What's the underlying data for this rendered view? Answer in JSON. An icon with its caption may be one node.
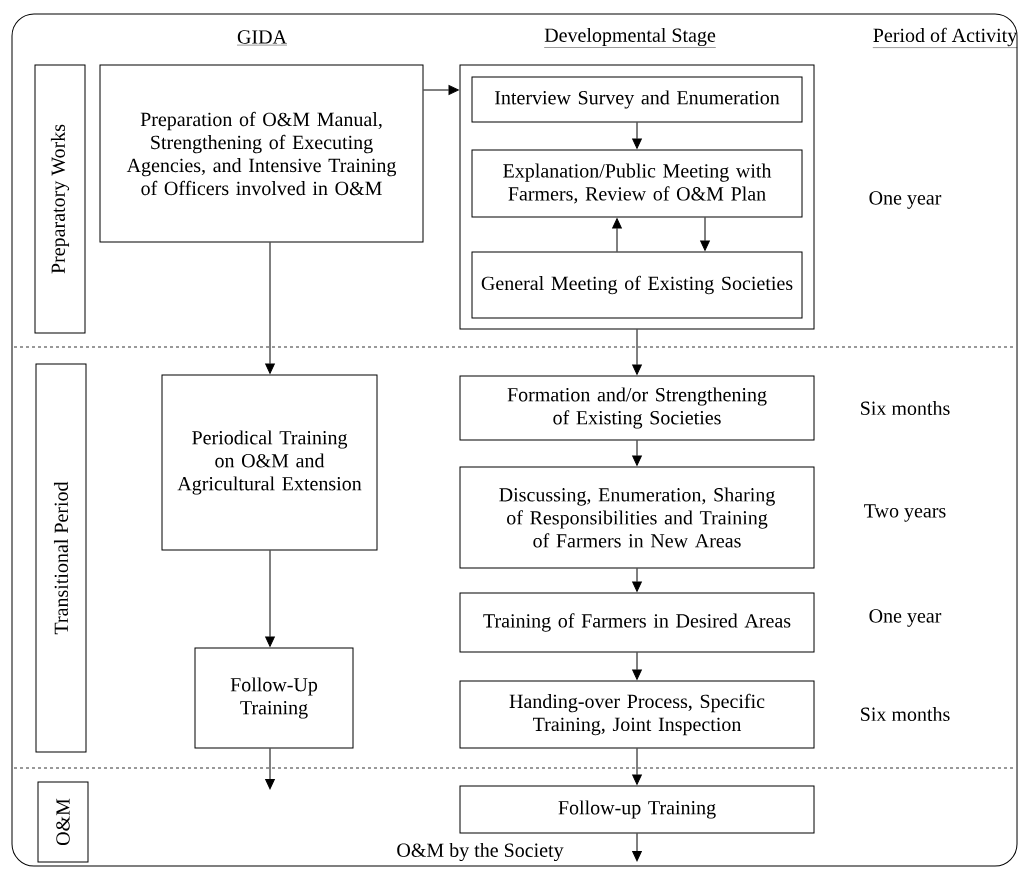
{
  "diagram": {
    "nodes": [
      {
        "text": [
          "Preparatory Works"
        ]
      },
      {
        "text": [
          "Transitional Period"
        ]
      },
      {
        "text": [
          "O&M"
        ]
      },
      {
        "text": [
          "Preparation of O&M Manual, Strengthening of Executing Agencies, and Intensive Training of Officers involved in O&M"
        ]
      },
      {
        "text": [],
        "shape": "box",
        "beside": [
          "One year"
        ]
      },
      {
        "text": [
          "Interview Survey and Enumeration"
        ],
        "in": 4
      },
      {
        "text": [
          "Explanation/Public Meeting with Farmers, Review of O&M Plan"
        ],
        "in": 4
      },
      {
        "text": [
          "General Meeting of Existing Societies"
        ],
        "in": 4
      },
      {
        "text": [
          "Periodical Training on O&M and Agricultural Extension"
        ]
      },
      {
        "text": [
          "Formation and/or Strengthening of Existing Societies"
        ],
        "beside": [
          "Six months"
        ]
      },
      {
        "text": [
          "Discussing, Enumeration, Sharing of Responsibilities and Training of Farmers in New Areas"
        ],
        "beside": [
          "Two years"
        ]
      },
      {
        "text": [
          "Training of Farmers in Desired Areas"
        ],
        "beside": [
          "One year"
        ]
      },
      {
        "text": [
          "Follow-Up Training"
        ]
      },
      {
        "text": [
          "Handing-over Process, Specific Training, Joint Inspection"
        ],
        "beside": [
          "Six months"
        ]
      },
      {
        "text": [
          "Follow-up Training"
        ]
      }
    ],
    "edges": [
      {
        "from": 3,
        "to": 4,
        "arrow": "to"
      },
      {
        "from": 5,
        "to": 6,
        "arrow": "to"
      },
      {
        "from": 7,
        "to": 6,
        "arrow": "to"
      },
      {
        "from": 6,
        "to": 7,
        "arrow": "to"
      },
      {
        "from": 3,
        "to": 8,
        "arrow": "to"
      },
      {
        "from": 4,
        "to": 9,
        "arrow": "to"
      },
      {
        "from": 9,
        "to": 10,
        "arrow": "to"
      },
      {
        "from": 10,
        "to": 11,
        "arrow": "to"
      },
      {
        "from": 8,
        "to": 12,
        "arrow": "to"
      },
      {
        "from": 11,
        "to": 13,
        "arrow": "to"
      },
      {
        "from": 12,
        "to": null,
        "arrow": "to"
      },
      {
        "from": 13,
        "to": 14,
        "arrow": "to"
      },
      {
        "from": 14,
        "to": null,
        "arrow": "to"
      }
    ],
    "labels": [
      "GIDA",
      "Developmental Stage",
      "Period of Activity",
      "O&M by the Society"
    ]
  }
}
